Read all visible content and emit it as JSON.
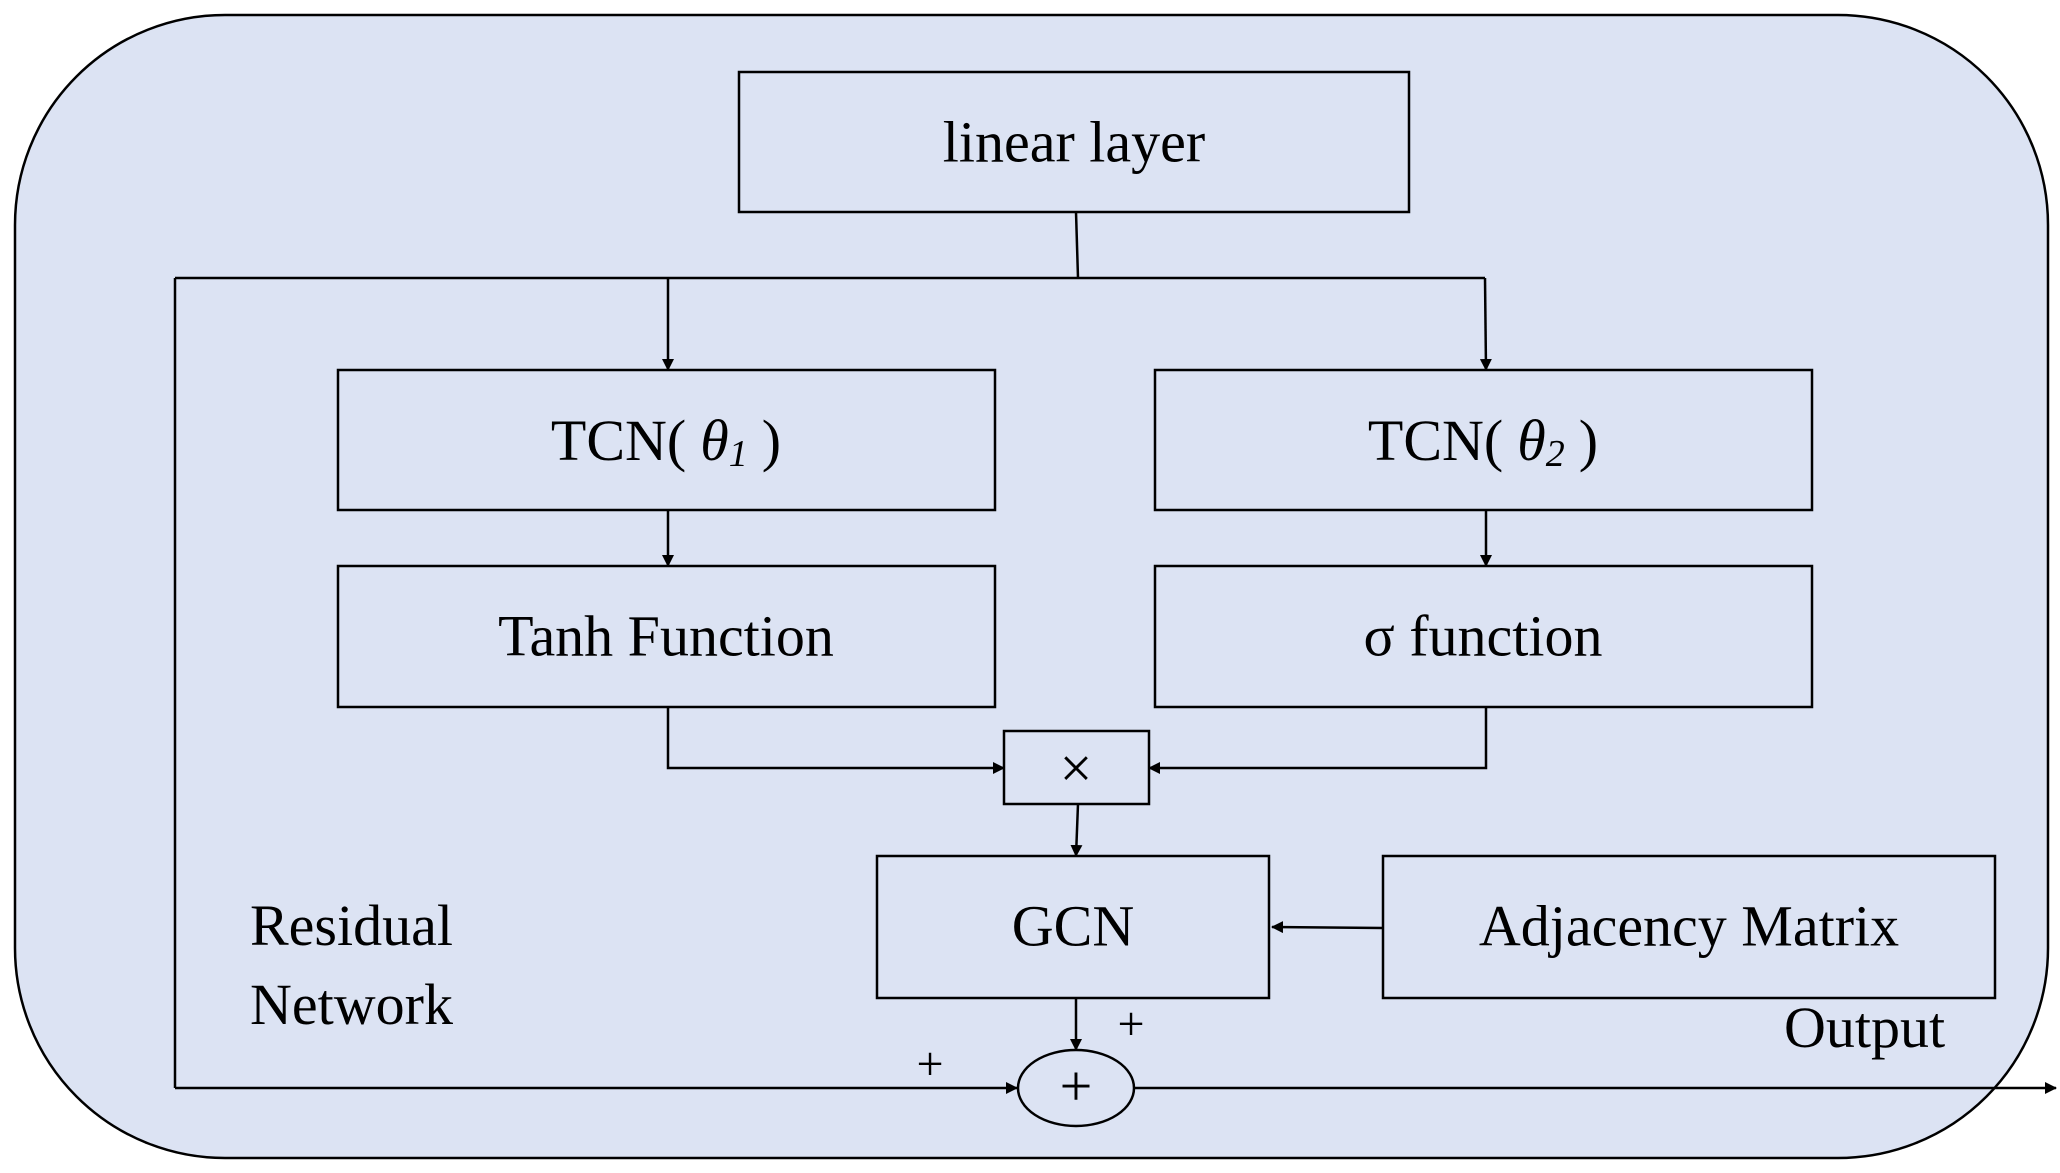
{
  "colors": {
    "panel_fill": "#dce3f3",
    "stroke": "#000000"
  },
  "nodes": {
    "linear_layer": "linear layer",
    "tcn1": {
      "prefix": "TCN(",
      "theta": "θ",
      "subscript": "1",
      "suffix": ")"
    },
    "tcn2": {
      "prefix": "TCN(",
      "theta": "θ",
      "subscript": "2",
      "suffix": ")"
    },
    "tanh": "Tanh Function",
    "sigma": "σ function",
    "multiply": "×",
    "gcn": "GCN",
    "adjacency": "Adjacency Matrix",
    "sum": "+"
  },
  "labels": {
    "residual_line1": "Residual",
    "residual_line2": "Network",
    "output": "Output",
    "plus_left": "+",
    "plus_top": "+"
  }
}
